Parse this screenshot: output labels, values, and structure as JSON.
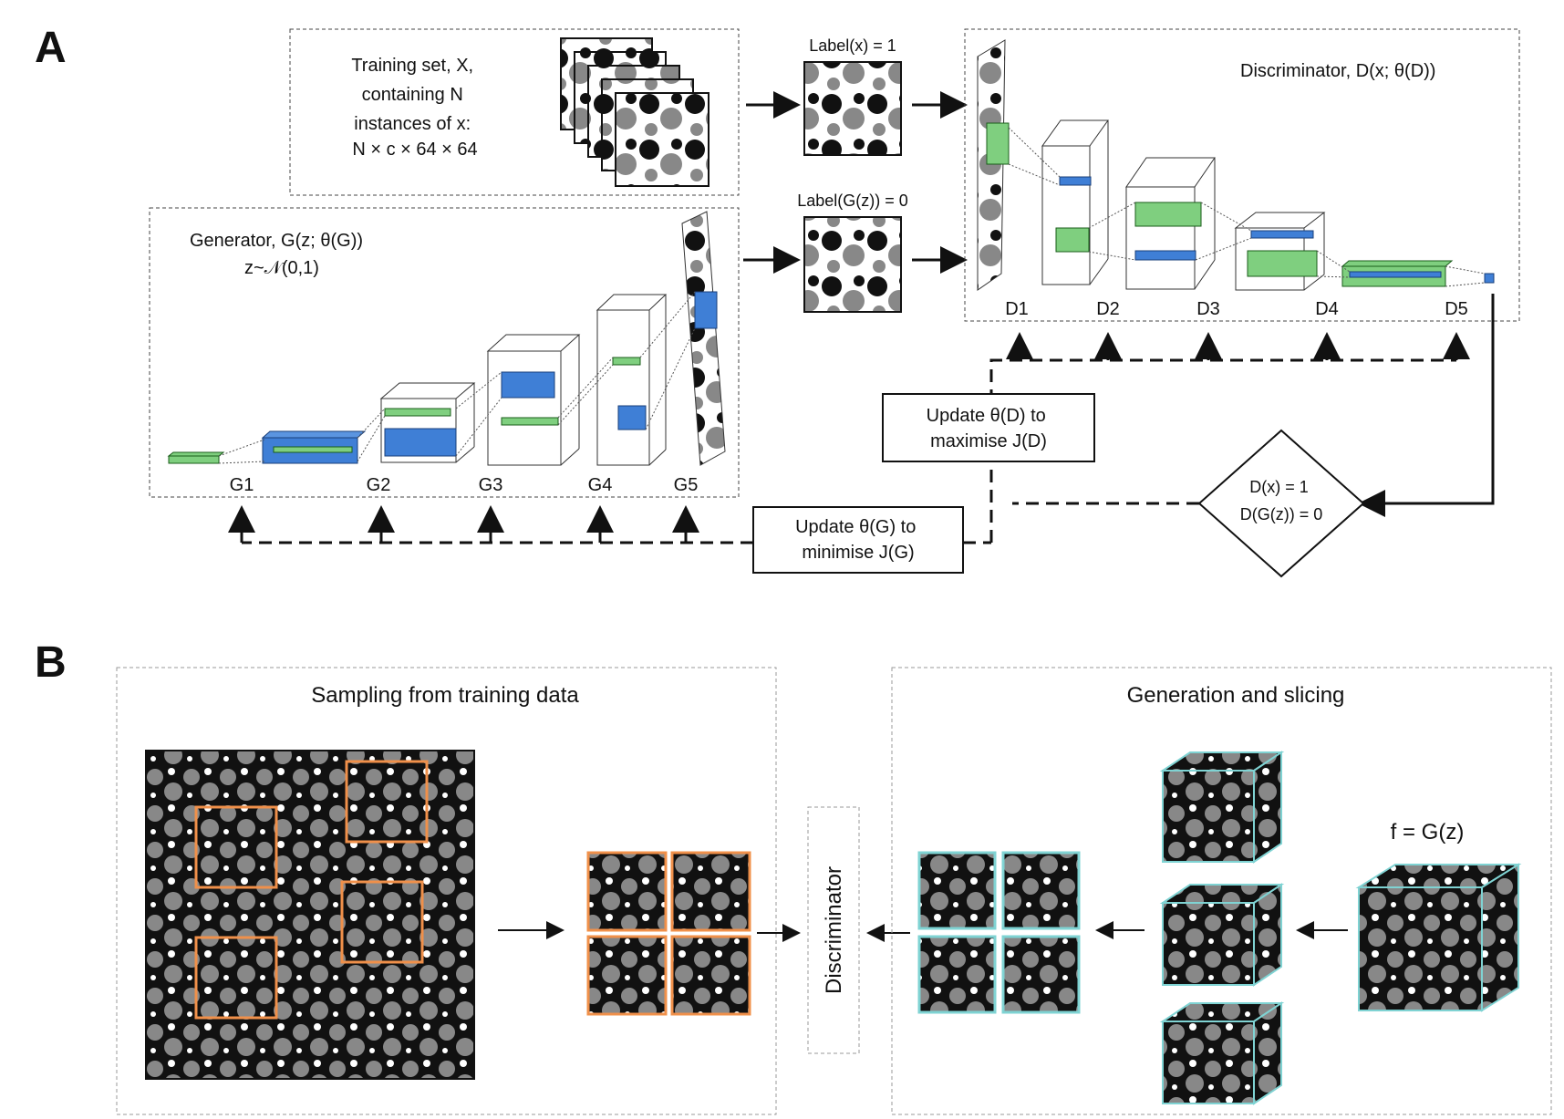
{
  "panel_a": {
    "letter": "A",
    "training_box": {
      "lines": [
        "Training set, X,",
        "containing N",
        "instances of x:",
        "N × c × 64 × 64"
      ],
      "bold_symbol": "x"
    },
    "label_real": "Label(x) = 1",
    "label_fake": "Label(G(z)) = 0",
    "generator": {
      "title": "Generator, G(z; θ(G))",
      "prior": "z~𝒩(0,1)",
      "layers": [
        "G1",
        "G2",
        "G3",
        "G4",
        "G5"
      ]
    },
    "discriminator": {
      "title": "Discriminator, D(x; θ(D))",
      "layers": [
        "D1",
        "D2",
        "D3",
        "D4",
        "D5"
      ]
    },
    "update_d": [
      "Update θ(D) to",
      "maximise J(D)"
    ],
    "update_g": [
      "Update θ(G) to",
      "minimise J(G)"
    ],
    "decision": [
      "D(x) = 1",
      "D(G(z)) = 0"
    ]
  },
  "panel_b": {
    "letter": "B",
    "left_title": "Sampling from training data",
    "right_title": "Generation and slicing",
    "discriminator_label": "Discriminator",
    "generator_formula": "f = G(z)"
  },
  "colors": {
    "green": "#7fcf7f",
    "blue": "#3f7fd6",
    "orange": "#f0904a",
    "cyan": "#7fd3d3",
    "gray": "#888888"
  }
}
